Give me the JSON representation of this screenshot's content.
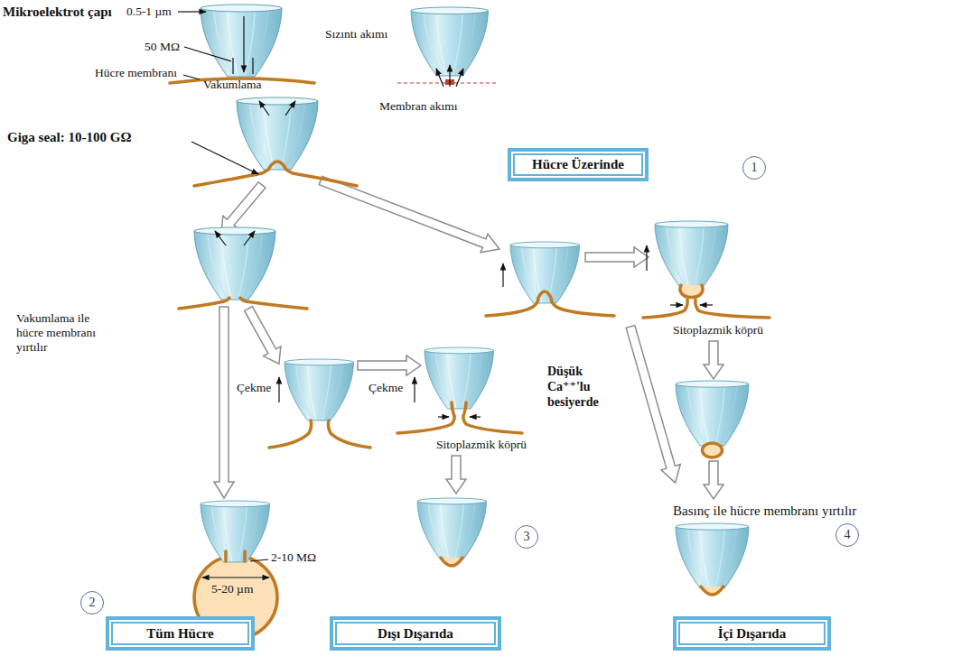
{
  "diagram": {
    "nodes": [
      {
        "text": [
          "Hücre Üzerinde"
        ]
      },
      {
        "text": [
          "1"
        ]
      },
      {
        "text": [
          "2"
        ]
      },
      {
        "text": [
          "Tüm Hücre"
        ]
      },
      {
        "text": [
          "3"
        ]
      },
      {
        "text": [
          "Dışı Dışarıda"
        ]
      },
      {
        "text": [
          "4"
        ]
      },
      {
        "text": [
          "İçi Dışarıda"
        ]
      }
    ],
    "labels": [
      "Mikroelektrot çapı",
      "0.5-1 µm",
      "50 MΩ",
      "Hücre membranı",
      "Sızıntı akımı",
      "Membran akımı",
      "Vakumlama",
      "Giga seal: 10-100 GΩ",
      "Vakumlama ile hücre membranı yırtılır",
      "Çekme",
      "Çekme",
      "Sitoplazmik köprü",
      "Düşük Ca⁺⁺'lu besiyerde",
      "Sitoplazmik köprü",
      "Basınç ile hücre membranı yırtılır",
      "2-10 MΩ",
      "5-20 µm"
    ]
  }
}
